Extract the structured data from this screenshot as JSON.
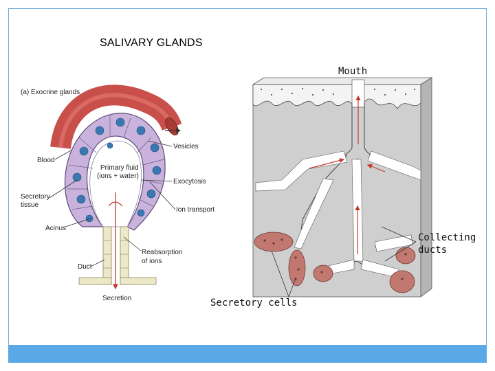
{
  "slide": {
    "title": "SALIVARY GLANDS"
  },
  "figure_a": {
    "heading": "(a) Exocrine glands",
    "labels": {
      "blood": "Blood",
      "vesicles": "Vesicles",
      "primary_fluid_line1": "Primary fluid",
      "primary_fluid_line2": "(ions + water)",
      "exocytosis": "Exocytosis",
      "secretory_tissue_line1": "Secretory",
      "secretory_tissue_line2": "tissue",
      "ion_transport": "Ion transport",
      "acinus": "Acinus",
      "reabsorption_line1": "Reabsorption",
      "reabsorption_line2": "of ions",
      "duct": "Duct",
      "secretion": "Secretion"
    }
  },
  "figure_b": {
    "labels": {
      "mouth": "Mouth",
      "collecting_ducts_line1": "Collecting",
      "collecting_ducts_line2": "ducts",
      "secretory_cells": "Secretory cells"
    }
  },
  "colors": {
    "border": "#6fa8d8",
    "bottom_bar": "#5aa8e6",
    "blood_vessel": "#c9504a",
    "secretory_tissue": "#c9b3dc",
    "nucleus": "#3a78b0",
    "duct_tissue": "#ece8c8",
    "block_gray": "#cfcfcf",
    "secretory_cells": "#c07870"
  }
}
